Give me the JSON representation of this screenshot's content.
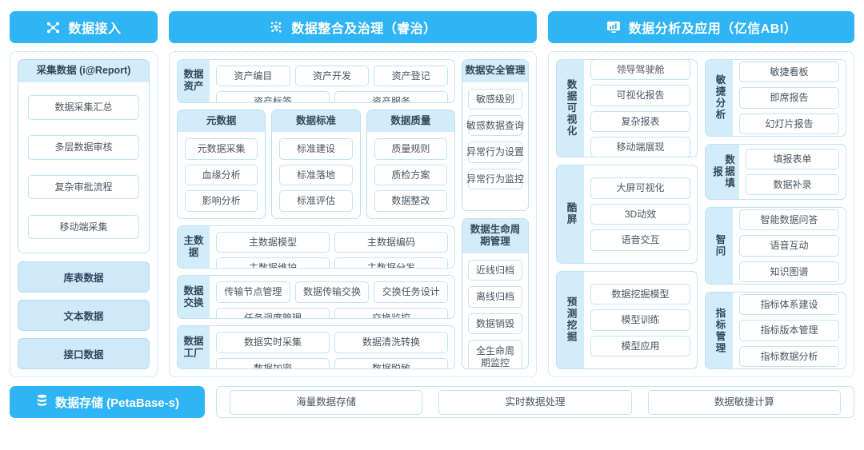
{
  "headers": [
    {
      "title": "数据接入",
      "icon": "network-nodes-icon"
    },
    {
      "title": "数据整合及治理（睿治）",
      "icon": "data-dots-icon"
    },
    {
      "title": "数据分析及应用（亿信ABI）",
      "icon": "monitor-chart-icon"
    }
  ],
  "ingest": {
    "collect_card": {
      "title": "采集数据 (i@Report)",
      "items": [
        "数据采集汇总",
        "多层数据审核",
        "复杂审批流程",
        "移动端采集"
      ]
    },
    "blocks": [
      "库表数据",
      "文本数据",
      "接口数据"
    ]
  },
  "govern": {
    "asset": {
      "label": "数据资产",
      "row1": [
        "资产编目",
        "资产开发",
        "资产登记"
      ],
      "row2": [
        "资产标签",
        "资产服务"
      ]
    },
    "trio": [
      {
        "title": "元数据",
        "items": [
          "元数据采集",
          "血缘分析",
          "影响分析"
        ]
      },
      {
        "title": "数据标准",
        "items": [
          "标准建设",
          "标准落地",
          "标准评估"
        ]
      },
      {
        "title": "数据质量",
        "items": [
          "质量规则",
          "质检方案",
          "数据整改"
        ]
      }
    ],
    "master": {
      "label": "主数据",
      "items": [
        "主数据模型",
        "主数据编码",
        "主数据维护",
        "主数据分发"
      ]
    },
    "exchange": {
      "label": "数据交换",
      "row1": [
        "传输节点管理",
        "数据传输交换",
        "交换任务设计"
      ],
      "row2": [
        "任务调度管理",
        "交换监控"
      ]
    },
    "factory": {
      "label": "数据工厂",
      "items": [
        "数据实时采集",
        "数据清洗转换",
        "数据加密",
        "数据脱敏"
      ]
    },
    "security": {
      "title": "数据安全管理",
      "items": [
        "敏感级别",
        "敏感数据查询",
        "异常行为设置",
        "异常行为监控"
      ]
    },
    "lifecycle": {
      "title": "数据生命周期管理",
      "items": [
        "近线归档",
        "离线归档",
        "数据销毁",
        "全生命周期监控"
      ]
    }
  },
  "analytics": {
    "left": [
      {
        "label": "数据可视化",
        "items": [
          "领导驾驶舱",
          "可视化报告",
          "复杂报表",
          "移动端展现"
        ]
      },
      {
        "label": "酷屏",
        "items": [
          "大屏可视化",
          "3D动效",
          "语音交互"
        ]
      },
      {
        "label": "预测挖掘",
        "items": [
          "数据挖掘模型",
          "模型训练",
          "模型应用"
        ]
      }
    ],
    "right": [
      {
        "label": "敏捷分析",
        "items": [
          "敏捷看板",
          "即席报告",
          "幻灯片报告"
        ]
      },
      {
        "label": "数据填报",
        "items": [
          "填报表单",
          "数据补录"
        ]
      },
      {
        "label": "智问",
        "items": [
          "智能数据问答",
          "语音互动",
          "知识图谱"
        ]
      },
      {
        "label": "指标管理",
        "items": [
          "指标体系建设",
          "指标版本管理",
          "指标数据分析"
        ]
      }
    ]
  },
  "storage": {
    "badge": "数据存储 (PetaBase-s)",
    "icon": "database-icon",
    "items": [
      "海量数据存储",
      "实时数据处理",
      "数据敏捷计算"
    ]
  },
  "colors": {
    "accent": "#2fb4f5",
    "band": "#d2ecfa",
    "pill_border": "#bfe3f7",
    "panel_border": "#a8d9f2",
    "block_fill": "#cfe9fa",
    "text": "#33485c"
  }
}
